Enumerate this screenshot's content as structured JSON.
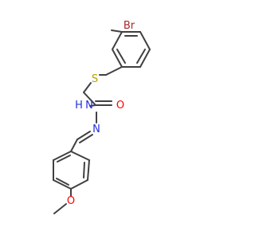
{
  "molecule": {
    "atoms": {
      "br": "Br",
      "s": "S",
      "o_carbonyl": "O",
      "nh": "N",
      "h": "H",
      "n_imine": "N",
      "o_methoxy": "O"
    },
    "colors": {
      "bond": "#404040",
      "bromine": "#A52A2A",
      "sulfur": "#B8A000",
      "oxygen": "#FF0000",
      "nitrogen": "#2030E0"
    }
  }
}
